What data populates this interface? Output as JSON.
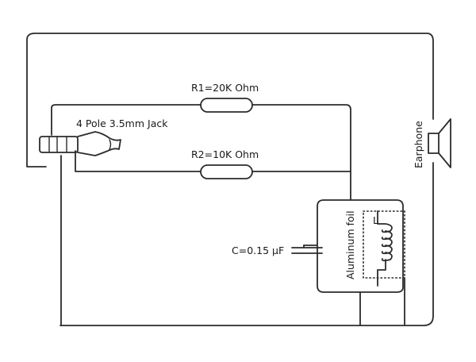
{
  "labels": {
    "r1": "R1=20K Ohm",
    "r2": "R2=10K Ohm",
    "jack": "4 Pole 3.5mm Jack",
    "capacitor": "C=0.15 µF",
    "foil": "Aluminum foil",
    "inductor": "L",
    "earphone": "Earphone"
  },
  "colors": {
    "ink": "#2b2b2b",
    "background": "#ffffff"
  }
}
